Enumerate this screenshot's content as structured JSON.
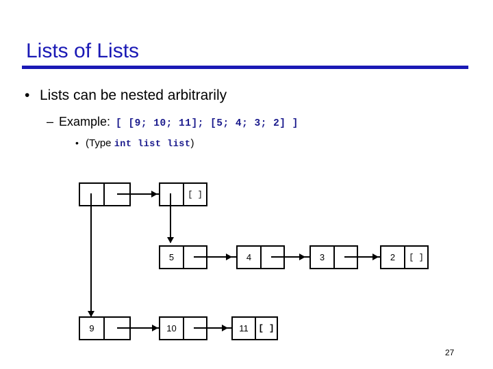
{
  "slide": {
    "title": "Lists of Lists",
    "page_number": "27",
    "accent_color": "#1a19b5",
    "code_color": "#1a1a8c",
    "text_color": "#000000",
    "background_color": "#ffffff"
  },
  "bullets": {
    "level1": {
      "marker": "•",
      "text": "Lists can be nested arbitrarily"
    },
    "level2": {
      "marker": "–",
      "text": "Example:",
      "code": "[ [9; 10; 11]; [5; 4; 3; 2] ]"
    },
    "level3": {
      "marker": "•",
      "prefix": "(Type",
      "code": "int list list",
      "suffix": ")"
    }
  },
  "diagram": {
    "nil_label": "[ ]",
    "outer_list": {
      "cells": [
        {
          "value": "",
          "tail": "pointer"
        },
        {
          "value": "",
          "tail": "nil"
        }
      ]
    },
    "inner_list_second": {
      "values": [
        "5",
        "4",
        "3",
        "2"
      ],
      "terminator": "[ ]"
    },
    "inner_list_first": {
      "values": [
        "9",
        "10",
        "11"
      ],
      "terminator": "[ ]"
    }
  }
}
